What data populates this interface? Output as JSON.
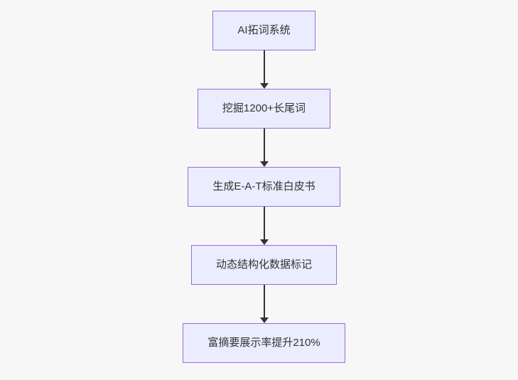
{
  "canvas": {
    "background_color": "#f7f7f7"
  },
  "diagram": {
    "type": "flowchart",
    "direction": "top-down",
    "style": {
      "node_fill": "#ECECFF",
      "node_border": "#9370DB",
      "text_color": "#333333",
      "edge_color": "#333333"
    },
    "nodes": [
      {
        "id": "n1",
        "label": "AI拓词系统"
      },
      {
        "id": "n2",
        "label": "挖掘1200+长尾词"
      },
      {
        "id": "n3",
        "label": "生成E-A-T标准白皮书"
      },
      {
        "id": "n4",
        "label": "动态结构化数据标记"
      },
      {
        "id": "n5",
        "label": "富摘要展示率提升210%"
      }
    ],
    "edges": [
      {
        "from": "n1",
        "to": "n2"
      },
      {
        "from": "n2",
        "to": "n3"
      },
      {
        "from": "n3",
        "to": "n4"
      },
      {
        "from": "n4",
        "to": "n5"
      }
    ]
  }
}
